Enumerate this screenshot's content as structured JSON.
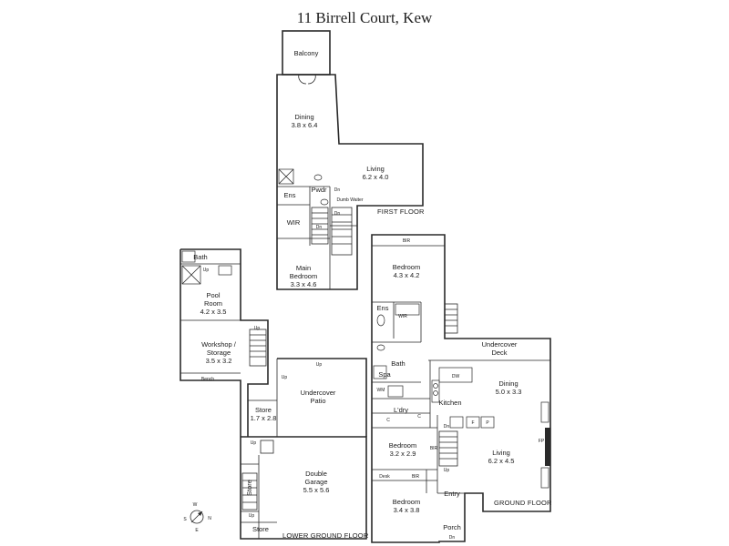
{
  "title": "11 Birrell Court, Kew",
  "floor_labels": {
    "first": "FIRST FLOOR",
    "ground": "GROUND FLOOR",
    "lower_ground": "LOWER GROUND FLOOR"
  },
  "rooms": {
    "balcony": "Balcony",
    "dining_first": {
      "name": "Dining",
      "size": "3.8 x 6.4"
    },
    "living_first": {
      "name": "Living",
      "size": "6.2 x 4.0"
    },
    "pwdr": "Pwdr",
    "ens_first": "Ens",
    "wir_first": "WIR",
    "main_bedroom": {
      "name1": "Main",
      "name2": "Bedroom",
      "size": "3.3 x 4.6"
    },
    "bir_top": "BIR",
    "bedroom_a": {
      "name": "Bedroom",
      "size": "4.3 x 4.2"
    },
    "ens_ground": "Ens",
    "wir_ground": "WIR",
    "bath_ground": "Bath",
    "spa": "Spa",
    "wm": "WM",
    "lndry": "L'dry",
    "undercover_deck": {
      "line1": "Undercover",
      "line2": "Deck"
    },
    "dining_ground": {
      "name": "Dining",
      "size": "5.0 x 3.3"
    },
    "kitchen": "Kitchen",
    "living_ground": {
      "name": "Living",
      "size": "6.2 x 4.5"
    },
    "bedroom_b": {
      "name": "Bedroom",
      "size": "3.2 x 2.9"
    },
    "bir_side": "BIR",
    "desk": "Desk",
    "bir_bottom": "BIR",
    "bedroom_c": {
      "name": "Bedroom",
      "size": "3.4 x 3.8"
    },
    "entry": "Entry",
    "porch": "Porch",
    "bath_pool": "Bath",
    "pool_room": {
      "name1": "Pool",
      "name2": "Room",
      "size": "4.2 x 3.5"
    },
    "workshop": {
      "name1": "Workshop /",
      "name2": "Storage",
      "size": "3.5 x 3.2"
    },
    "bench": "Bench",
    "store_a": {
      "name": "Store",
      "size": "1.7 x 2.8"
    },
    "undercover_patio": {
      "line1": "Undercover",
      "line2": "Patio"
    },
    "double_garage": {
      "name1": "Double",
      "name2": "Garage",
      "size": "5.5 x 5.6"
    },
    "store_vertical": "Store",
    "store_b": "Store"
  },
  "appliance_labels": {
    "dn": "Dn",
    "up": "Up",
    "dw": "DW",
    "c": "C",
    "p": "P",
    "f": "F",
    "fp": "FP",
    "dumb_waiter": "Dumb Waiter"
  },
  "compass": {
    "n": "N",
    "s": "S",
    "e": "E",
    "w": "W"
  }
}
